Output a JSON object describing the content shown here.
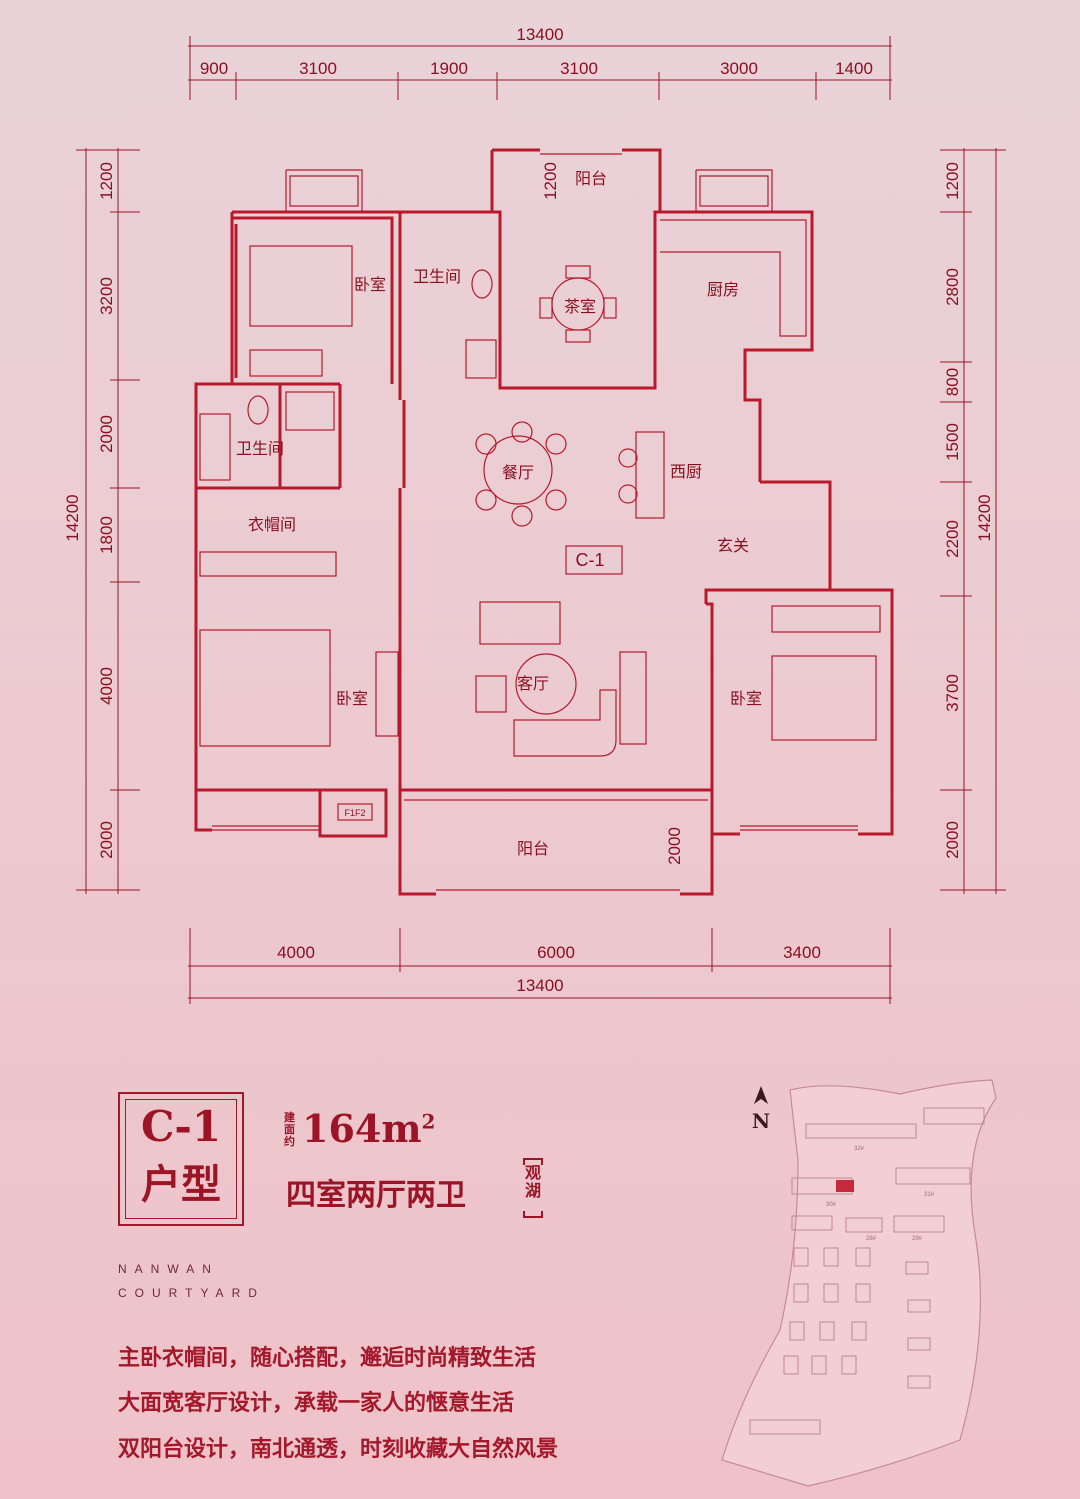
{
  "plan": {
    "dims_top_total": "13400",
    "dims_top": [
      "900",
      "3100",
      "1900",
      "3100",
      "3000",
      "1400"
    ],
    "dims_bottom": [
      "4000",
      "6000",
      "3400"
    ],
    "dims_bottom_total": "13400",
    "dims_left": [
      "1200",
      "3200",
      "2000",
      "1800",
      "4000",
      "2000"
    ],
    "dims_left_total": "14200",
    "dims_right": [
      "1200",
      "2800",
      "800",
      "1500",
      "2200",
      "3700",
      "2000"
    ],
    "dims_right_total": "14200",
    "dim_balcony_depth": "2000",
    "dim_balcony_top": "1200",
    "rooms": {
      "bedroom_nw": "卧室",
      "bath_north": "卫生间",
      "tea_room": "茶室",
      "kitchen": "厨房",
      "balcony_north": "阳台",
      "bath_west": "卫生间",
      "dining": "餐厅",
      "western_kitchen": "西厨",
      "cloakroom": "衣帽间",
      "foyer": "玄关",
      "master_bedroom": "卧室",
      "living": "客厅",
      "bedroom_se": "卧室",
      "balcony_south": "阳台"
    },
    "unit_label": "C-1",
    "fridge_label": "F1F2"
  },
  "info": {
    "code": "C-1",
    "type_word": "户型",
    "area_prefix": "建面约",
    "area_value": "164m",
    "area_unit_sup": "2",
    "layout": "四室两厅两卫",
    "tag": "观湖",
    "brand_line1": "NANWAN",
    "brand_line2": "COURTYARD",
    "features": [
      "主卧衣帽间，随心搭配，邂逅时尚精致生活",
      "大面宽客厅设计，承载一家人的惬意生活",
      "双阳台设计，南北通透，时刻收藏大自然风景"
    ]
  },
  "site_plan": {
    "north_label": "N",
    "building_labels": [
      "32#",
      "31#",
      "30#",
      "29#",
      "28#"
    ]
  }
}
